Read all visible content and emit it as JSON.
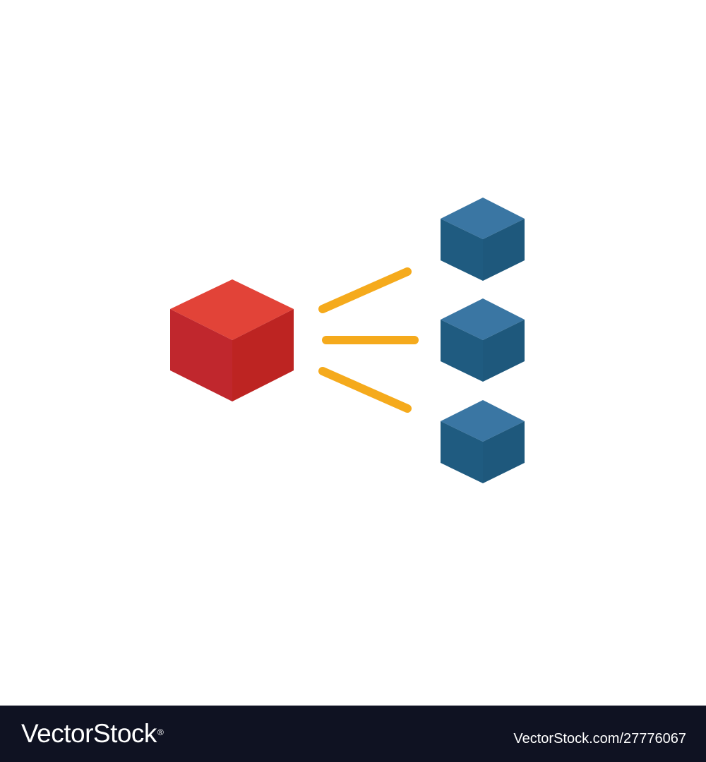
{
  "icon": {
    "name": "distribution-network-icon",
    "source_cube_color": "#c0272d",
    "target_cube_color": "#1f5b80",
    "connector_color": "#f5aa1c",
    "target_count": 3
  },
  "footer": {
    "brand": "VectorStock",
    "registered_mark": "®",
    "image_id": "VectorStock.com/27776067",
    "background_color": "#0f1222"
  }
}
